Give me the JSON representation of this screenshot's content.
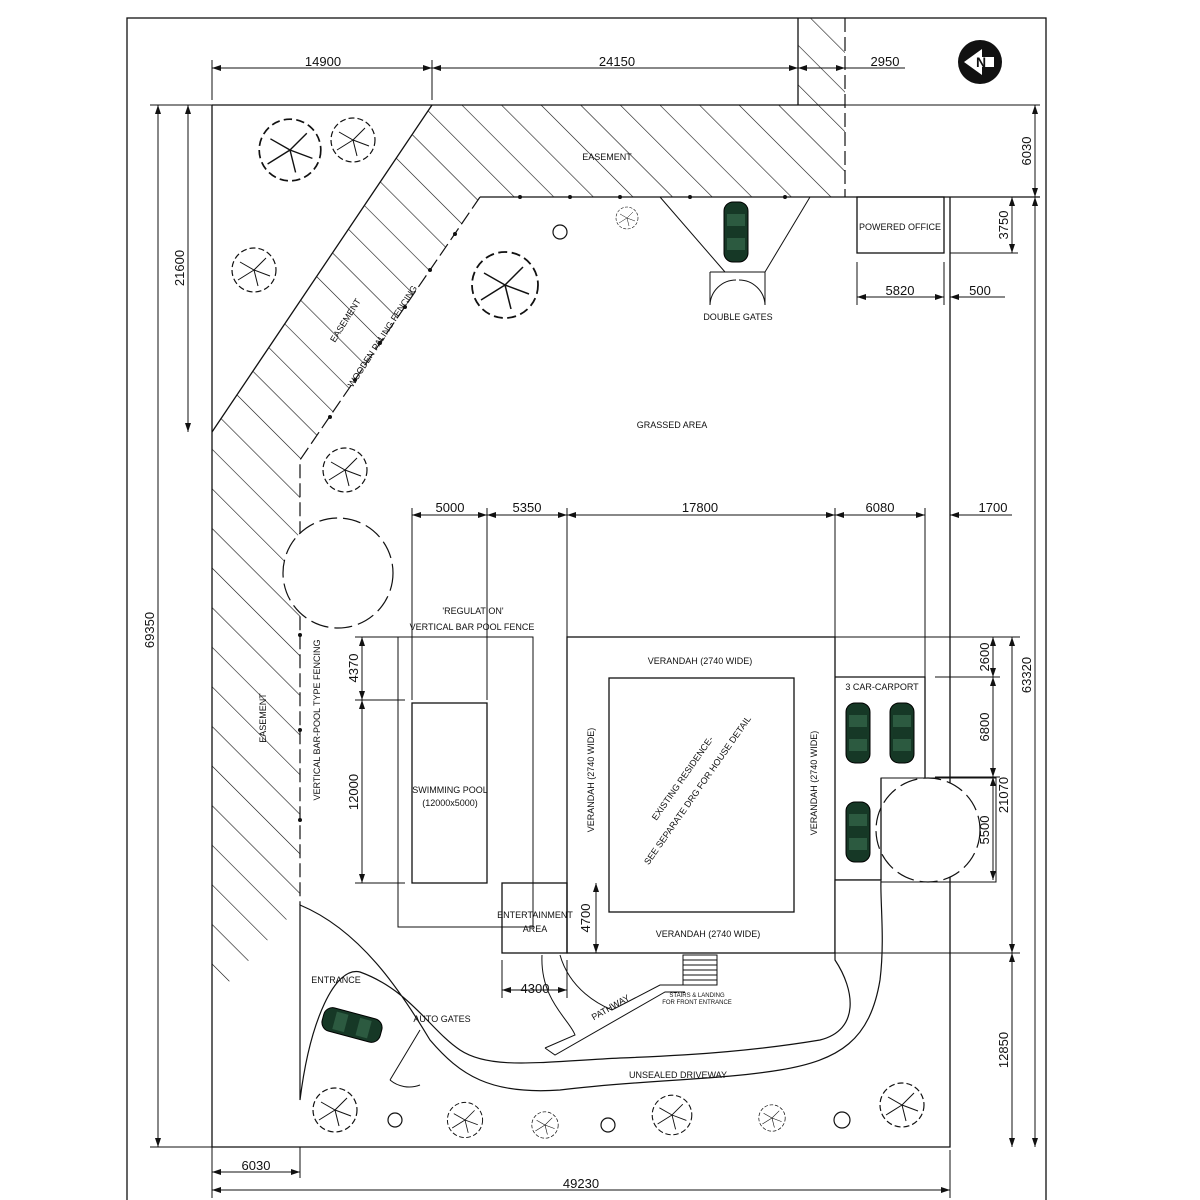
{
  "title": "Site Plan",
  "north_arrow": "N",
  "labels": {
    "easement_top": "EASEMENT",
    "easement_diag": "EASEMENT",
    "easement_left": "EASEMENT",
    "wooden_fence": "WOODEN PALING FENCING",
    "pool_type_fence": "VERTICAL BAR-POOL TYPE FENCING",
    "grassed_area": "GRASSED AREA",
    "powered_office": "POWERED OFFICE",
    "double_gates": "DOUBLE GATES",
    "regulation": "'REGULATION'",
    "pool_fence": "VERTICAL BAR POOL FENCE",
    "swimming_pool": "SWIMMING POOL",
    "pool_size": "(12000x5000)",
    "verandah_top": "VERANDAH (2740 WIDE)",
    "verandah_bottom": "VERANDAH (2740 WIDE)",
    "verandah_left": "VERANDAH (2740 WIDE)",
    "verandah_right": "VERANDAH (2740 WIDE)",
    "residence_1": "EXISTING RESIDENCE-",
    "residence_2": "SEE SEPARATE DRG FOR HOUSE DETAIL",
    "carport": "3 CAR-CARPORT",
    "entertainment_1": "ENTERTAINMENT",
    "entertainment_2": "AREA",
    "pathway": "PATHWAY",
    "stairs_1": "STAIRS & LANDING",
    "stairs_2": "FOR FRONT ENTRANCE",
    "driveway": "UNSEALED DRIVEWAY",
    "entrance": "ENTRANCE",
    "auto_gates": "AUTO GATES"
  },
  "dimensions": {
    "top_1": "14900",
    "top_2": "24150",
    "top_3": "2950",
    "left_1": "21600",
    "left_total": "69350",
    "right_top": "6030",
    "office_h": "3750",
    "office_w": "5820",
    "office_gap": "500",
    "row_1": "5000",
    "row_2": "5350",
    "row_3": "17800",
    "row_4": "6080",
    "row_5": "1700",
    "right_total": "63320",
    "right_21070": "21070",
    "right_2600": "2600",
    "right_6800": "6800",
    "right_5500": "5500",
    "right_12850": "12850",
    "pool_4370": "4370",
    "pool_12000": "12000",
    "ent_4700": "4700",
    "ent_4300": "4300",
    "bottom_6030": "6030",
    "bottom_total": "49230"
  },
  "colors": {
    "car": "#163826",
    "line": "#111111"
  }
}
